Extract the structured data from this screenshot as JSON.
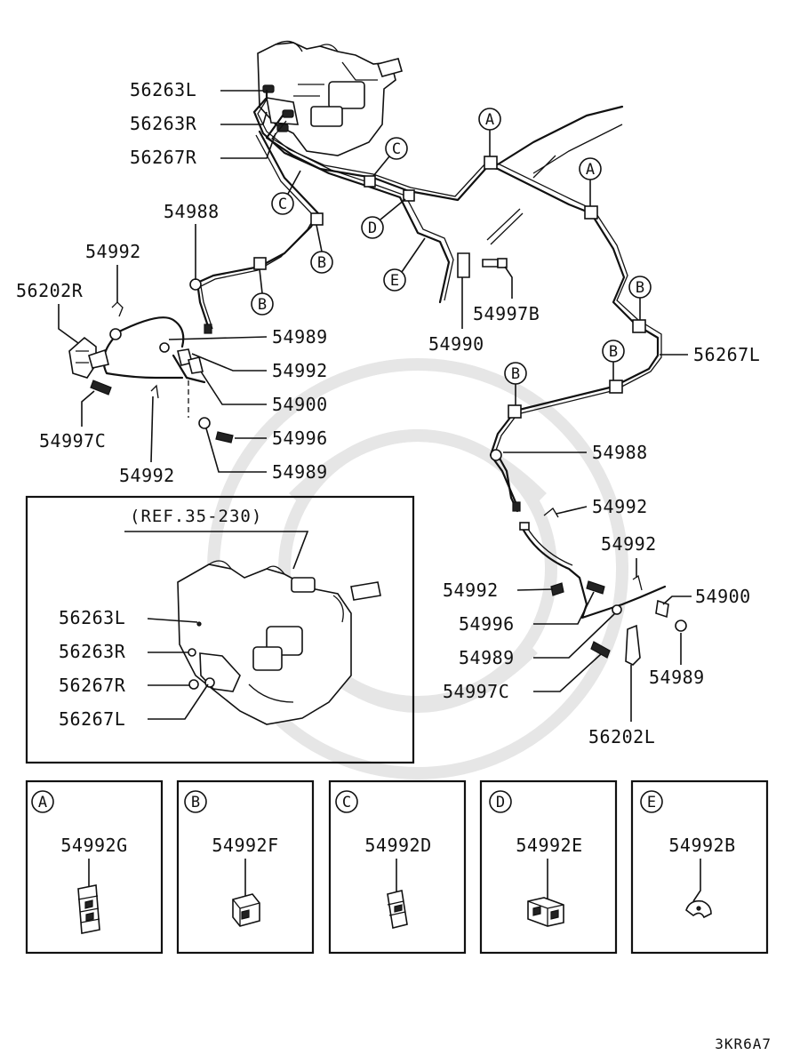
{
  "labels": {
    "p56263L_top": "56263L",
    "p56263R_top": "56263R",
    "p56267R_top": "56267R",
    "p54988_left": "54988",
    "p54992_a": "54992",
    "p56202R": "56202R",
    "p54989_a": "54989",
    "p54992_b": "54992",
    "p54900_left": "54900",
    "p54996_left": "54996",
    "p54989_b": "54989",
    "p54997C_left": "54997C",
    "p54992_c": "54992",
    "p54997B": "54997B",
    "p54990": "54990",
    "p56267L_right": "56267L",
    "p54988_right": "54988",
    "p54992_d": "54992",
    "p54992_e": "54992",
    "p54992_f": "54992",
    "p54900_right": "54900",
    "p54996_right": "54996",
    "p54989_c": "54989",
    "p54989_d": "54989",
    "p54997C_right": "54997C",
    "p56202L": "56202L"
  },
  "callouts": [
    "A",
    "A",
    "B",
    "B",
    "B",
    "B",
    "B",
    "C",
    "C",
    "D",
    "E"
  ],
  "inset": {
    "ref": "(REF.35-230)",
    "l1": "56263L",
    "l2": "56263R",
    "l3": "56267R",
    "l4": "56267L"
  },
  "legend": [
    {
      "letter": "A",
      "part": "54992G"
    },
    {
      "letter": "B",
      "part": "54992F"
    },
    {
      "letter": "C",
      "part": "54992D"
    },
    {
      "letter": "D",
      "part": "54992E"
    },
    {
      "letter": "E",
      "part": "54992B"
    }
  ],
  "diagram_code": "3KR6A7"
}
